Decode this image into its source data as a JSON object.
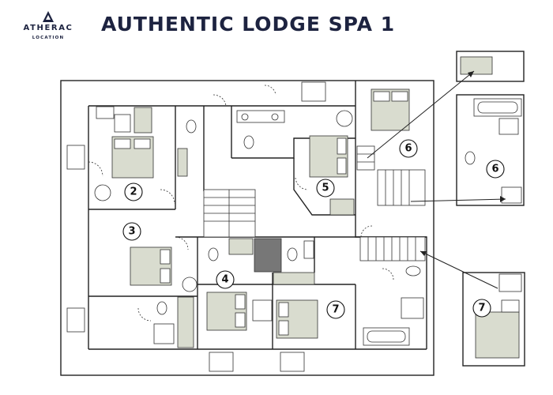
{
  "header": {
    "brand": "ATHERAC",
    "brand_sub": "LOCATION",
    "title": "AUTHENTIC LODGE SPA 1"
  },
  "rooms": [
    {
      "label": "2"
    },
    {
      "label": "3"
    },
    {
      "label": "4"
    },
    {
      "label": "5"
    },
    {
      "label": "6"
    },
    {
      "label": "7"
    }
  ],
  "insets": [
    {
      "label": "6"
    },
    {
      "label": "7"
    }
  ],
  "colors": {
    "brand": "#1d2340",
    "furniture": "#d9dccf",
    "stair_void": "#777777"
  }
}
